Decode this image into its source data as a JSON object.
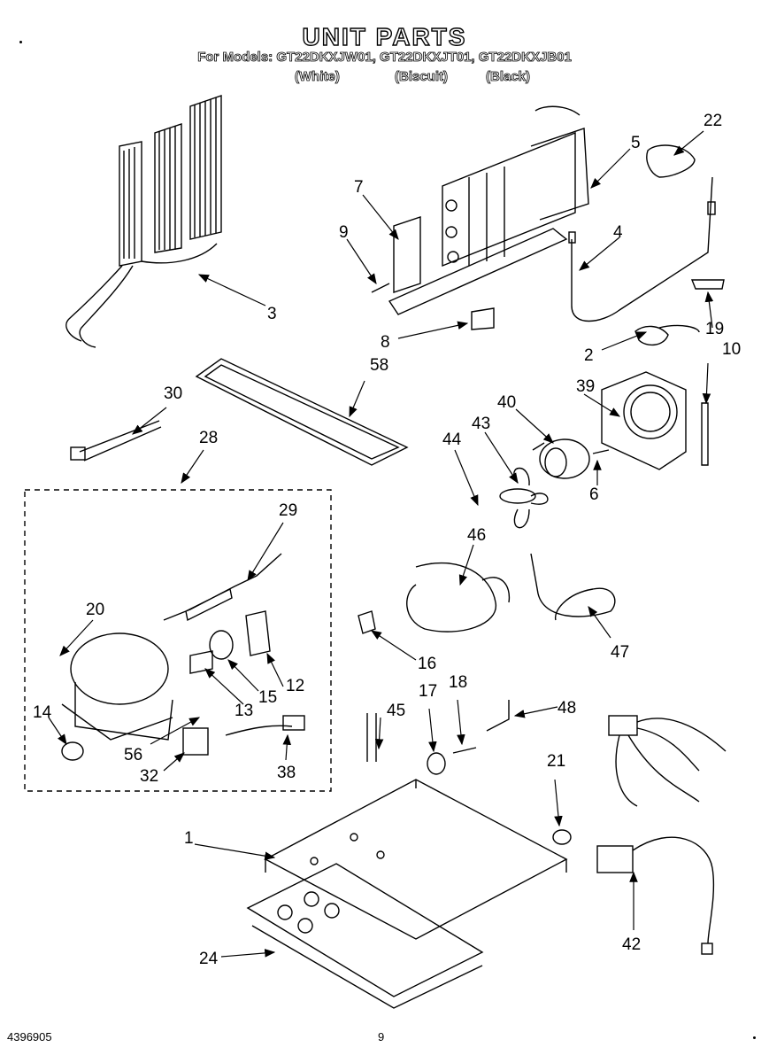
{
  "title": "UNIT PARTS",
  "models_line": "For Models: GT22DKXJW01, GT22DKXJT01, GT22DKXJB01",
  "finishes": [
    "(White)",
    "(Biscuit)",
    "(Black)"
  ],
  "callouts": [
    "1",
    "2",
    "3",
    "4",
    "5",
    "6",
    "7",
    "8",
    "9",
    "10",
    "12",
    "13",
    "14",
    "15",
    "16",
    "17",
    "18",
    "19",
    "20",
    "21",
    "22",
    "24",
    "28",
    "29",
    "30",
    "32",
    "38",
    "39",
    "40",
    "42",
    "43",
    "44",
    "45",
    "46",
    "47",
    "48",
    "56",
    "58"
  ],
  "footer": {
    "doc_number": "4396905",
    "page_number": "9"
  }
}
